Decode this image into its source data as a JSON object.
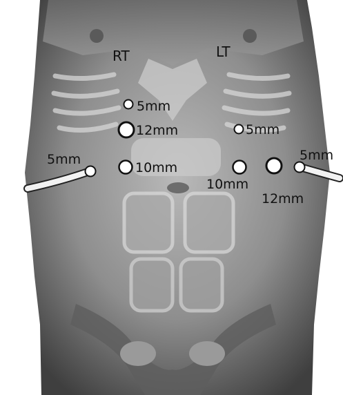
{
  "side_labels": {
    "right": "RT",
    "left": "LT"
  },
  "ports": [
    {
      "id": "p1",
      "size": "5mm"
    },
    {
      "id": "p2",
      "size": "12mm"
    },
    {
      "id": "p3",
      "size": "10mm"
    },
    {
      "id": "p4",
      "size": "5mm"
    },
    {
      "id": "p5",
      "size": "10mm"
    },
    {
      "id": "p6",
      "size": "12mm"
    },
    {
      "id": "p7",
      "size": "5mm"
    },
    {
      "id": "p8",
      "size": "5mm"
    }
  ],
  "colors": {
    "skin_dark": "#4a4a4a",
    "skin_mid": "#7a7a7a",
    "skin_light": "#b5b5b5",
    "port_fill": "#ffffff",
    "port_stroke": "#111111",
    "text": "#111111"
  }
}
